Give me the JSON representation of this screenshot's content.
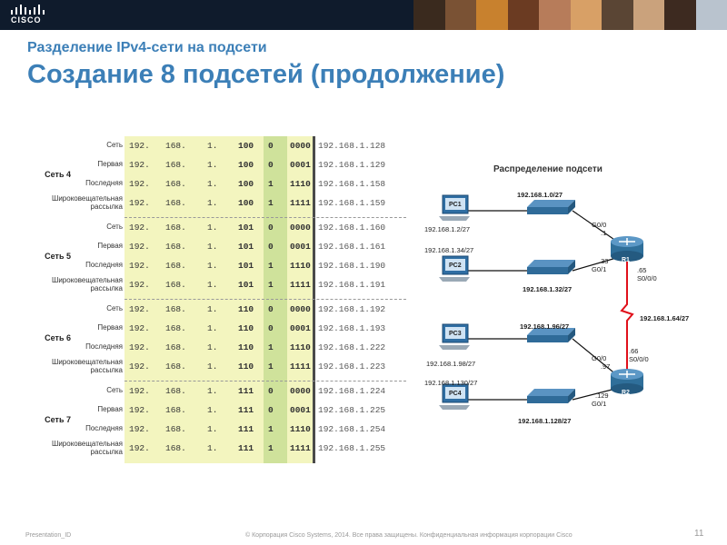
{
  "header": {
    "logo_text": "CISCO",
    "subtitle": "Разделение IPv4-сети на подсети",
    "title": "Создание 8 подсетей (продолжение)"
  },
  "table": {
    "row_labels": {
      "network": "Сеть",
      "first": "Первая",
      "last": "Последняя",
      "broadcast_line1": "Широковещательная",
      "broadcast_line2": "рассылка"
    },
    "groups": [
      {
        "name": "Сеть 4",
        "rows": [
          {
            "o1": "192.",
            "o2": "168.",
            "o3": "1.",
            "net": "100",
            "bit": "0",
            "host": "0000",
            "result": "192.168.1.128"
          },
          {
            "o1": "192.",
            "o2": "168.",
            "o3": "1.",
            "net": "100",
            "bit": "0",
            "host": "0001",
            "result": "192.168.1.129"
          },
          {
            "o1": "192.",
            "o2": "168.",
            "o3": "1.",
            "net": "100",
            "bit": "1",
            "host": "1110",
            "result": "192.168.1.158"
          },
          {
            "o1": "192.",
            "o2": "168.",
            "o3": "1.",
            "net": "100",
            "bit": "1",
            "host": "1111",
            "result": "192.168.1.159"
          }
        ]
      },
      {
        "name": "Сеть 5",
        "rows": [
          {
            "o1": "192.",
            "o2": "168.",
            "o3": "1.",
            "net": "101",
            "bit": "0",
            "host": "0000",
            "result": "192.168.1.160"
          },
          {
            "o1": "192.",
            "o2": "168.",
            "o3": "1.",
            "net": "101",
            "bit": "0",
            "host": "0001",
            "result": "192.168.1.161"
          },
          {
            "o1": "192.",
            "o2": "168.",
            "o3": "1.",
            "net": "101",
            "bit": "1",
            "host": "1110",
            "result": "192.168.1.190"
          },
          {
            "o1": "192.",
            "o2": "168.",
            "o3": "1.",
            "net": "101",
            "bit": "1",
            "host": "1111",
            "result": "192.168.1.191"
          }
        ]
      },
      {
        "name": "Сеть 6",
        "rows": [
          {
            "o1": "192.",
            "o2": "168.",
            "o3": "1.",
            "net": "110",
            "bit": "0",
            "host": "0000",
            "result": "192.168.1.192"
          },
          {
            "o1": "192.",
            "o2": "168.",
            "o3": "1.",
            "net": "110",
            "bit": "0",
            "host": "0001",
            "result": "192.168.1.193"
          },
          {
            "o1": "192.",
            "o2": "168.",
            "o3": "1.",
            "net": "110",
            "bit": "1",
            "host": "1110",
            "result": "192.168.1.222"
          },
          {
            "o1": "192.",
            "o2": "168.",
            "o3": "1.",
            "net": "110",
            "bit": "1",
            "host": "1111",
            "result": "192.168.1.223"
          }
        ]
      },
      {
        "name": "Сеть 7",
        "rows": [
          {
            "o1": "192.",
            "o2": "168.",
            "o3": "1.",
            "net": "111",
            "bit": "0",
            "host": "0000",
            "result": "192.168.1.224"
          },
          {
            "o1": "192.",
            "o2": "168.",
            "o3": "1.",
            "net": "111",
            "bit": "0",
            "host": "0001",
            "result": "192.168.1.225"
          },
          {
            "o1": "192.",
            "o2": "168.",
            "o3": "1.",
            "net": "111",
            "bit": "1",
            "host": "1110",
            "result": "192.168.1.254"
          },
          {
            "o1": "192.",
            "o2": "168.",
            "o3": "1.",
            "net": "111",
            "bit": "1",
            "host": "1111",
            "result": "192.168.1.255"
          }
        ]
      }
    ]
  },
  "diagram": {
    "title": "Распределение подсети",
    "pc1": "PC1",
    "pc2": "PC2",
    "pc3": "PC3",
    "pc4": "PC4",
    "r1": "R1",
    "r2": "R2",
    "net_r1_g00": "192.168.1.0/27",
    "pc1_ip": "192.168.1.2/27",
    "pc2_ip": "192.168.1.34/27",
    "net_r1_g01": "192.168.1.32/27",
    "r1_g00": "G0/0",
    "r1_g00_host": ".1",
    "r1_g01_host": ".33",
    "r1_g01": "G0/1",
    "r1_s000_host": ".65",
    "r1_s000": "S0/0/0",
    "serial_net": "192.168.1.64/27",
    "net_r2_g00": "192.168.1.96/27",
    "pc3_ip": "192.168.1.98/27",
    "pc4_ip": "192.168.1.130/27",
    "net_r2_g01": "192.168.1.128/27",
    "r2_s000_host": ".66",
    "r2_s000": "S0/0/0",
    "r2_g00": "G0/0",
    "r2_g00_host": ".97",
    "r2_g01_host": ".129",
    "r2_g01": "G0/1",
    "colors": {
      "link": "#111111",
      "serial": "#e0101a",
      "router": "#2f6f9a",
      "switch": "#3a7aa8",
      "pc": "#2f6ea3"
    }
  },
  "footer": {
    "left": "Presentation_ID",
    "copyright": "© Корпорация Cisco Systems, 2014. Все права защищены. Конфиденциальная информация корпорации Cisco",
    "page": "11"
  }
}
